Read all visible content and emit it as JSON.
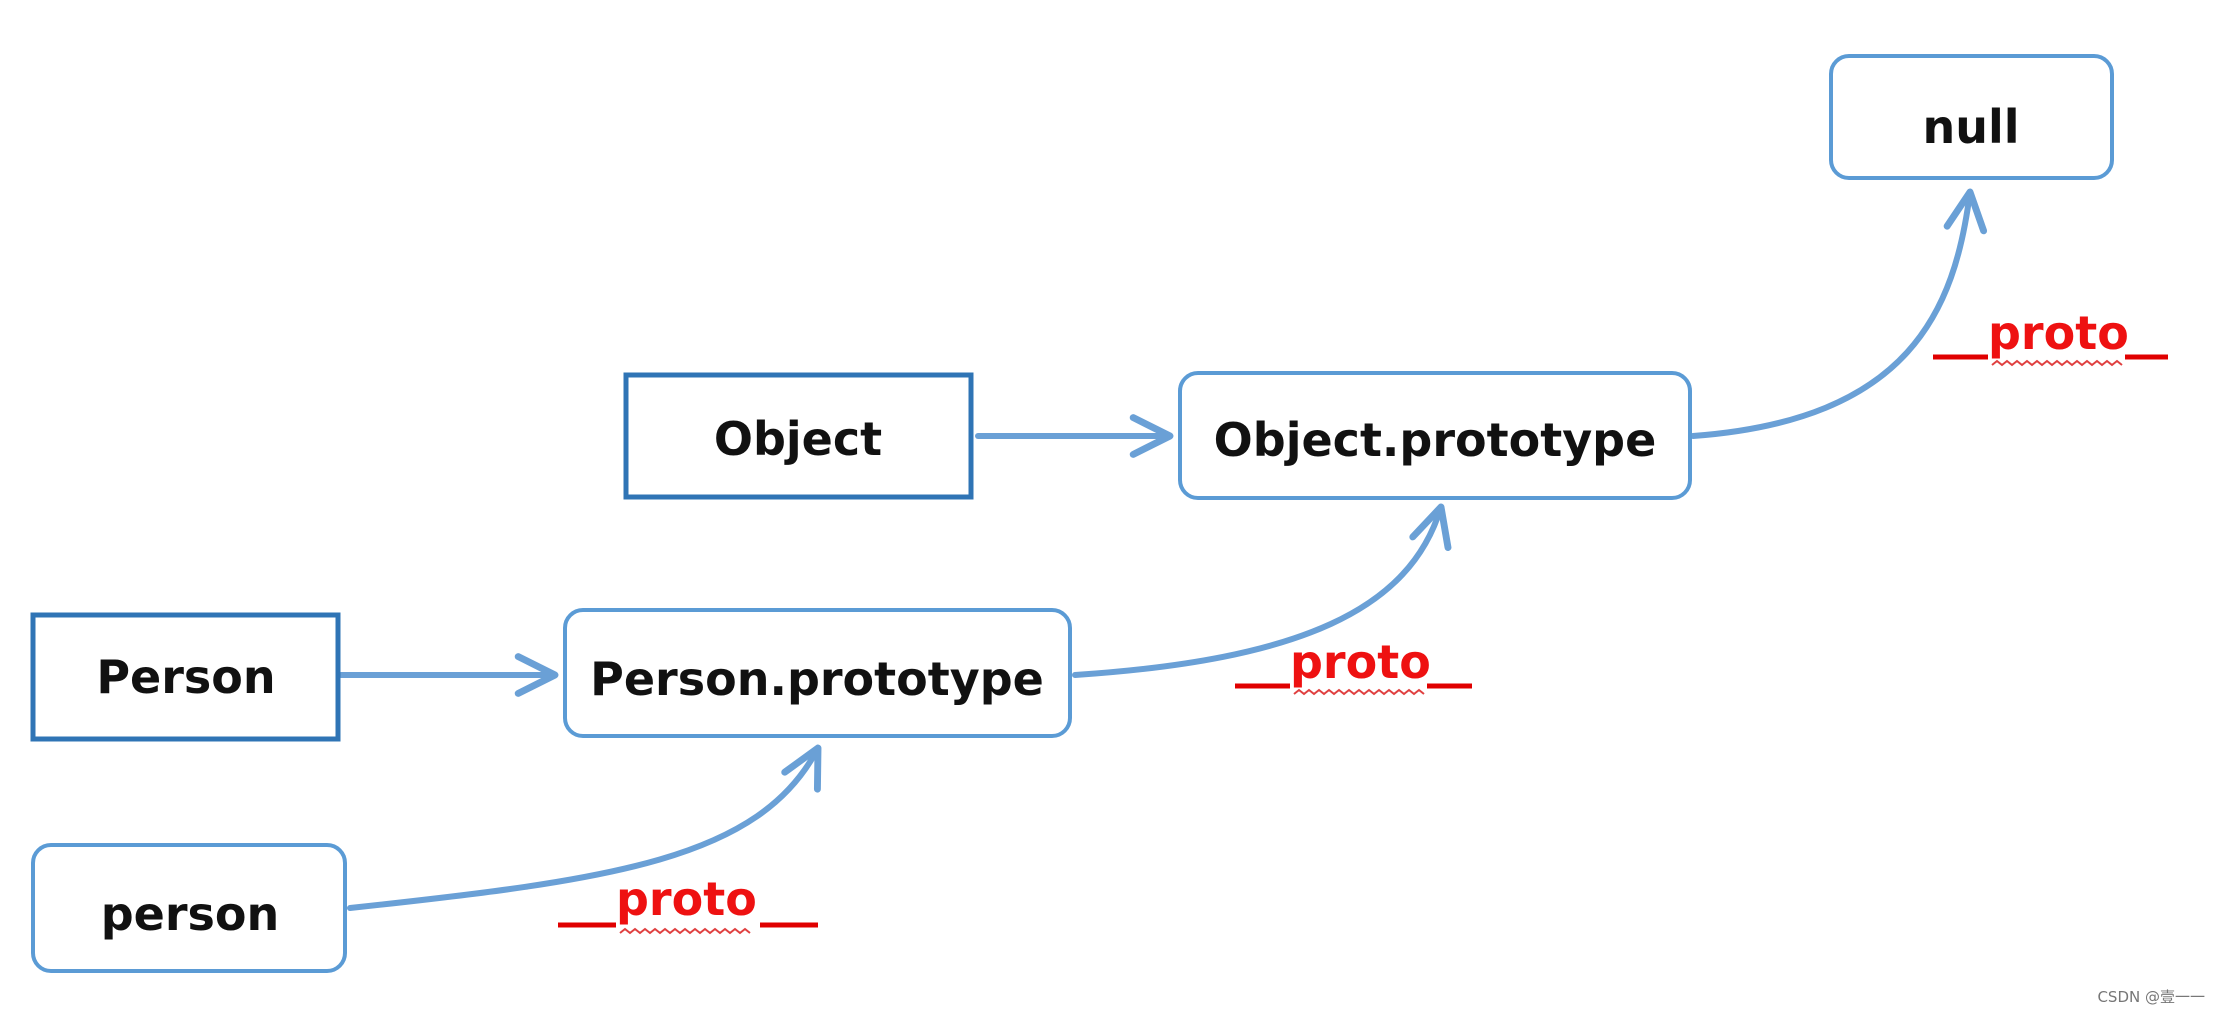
{
  "nodes": {
    "null": "null",
    "object": "Object",
    "object_prototype": "Object.prototype",
    "person_constructor": "Person",
    "person_prototype": "Person.prototype",
    "person_instance": "person"
  },
  "links": {
    "person_instance_proto": "proto",
    "person_prototype_proto": "proto",
    "object_prototype_proto": "proto"
  },
  "watermark": "CSDN @壹一一",
  "colors": {
    "box_border_constructor": "#2f74b5",
    "box_border_object": "#5b9bd5",
    "arrow": "#6aa0d6",
    "proto_label": "#ee1111"
  }
}
